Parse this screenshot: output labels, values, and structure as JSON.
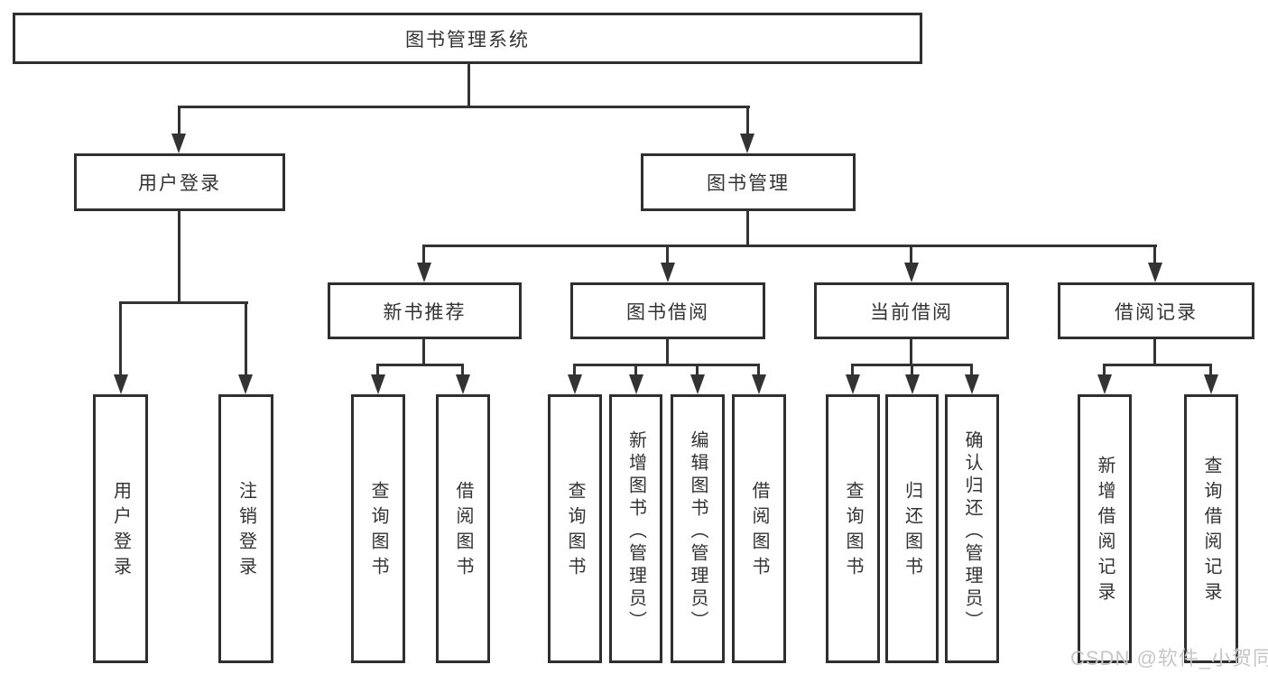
{
  "colors": {
    "line": "#333333",
    "border": "#2f2f2f",
    "text": "#333333",
    "background": "#ffffff",
    "watermark": "#c6c6c6"
  },
  "diagram": {
    "root": {
      "label": "图书管理系统",
      "children": [
        {
          "label": "用户登录",
          "children": [
            {
              "label": "用户登录"
            },
            {
              "label": "注销登录"
            }
          ]
        },
        {
          "label": "图书管理",
          "children": [
            {
              "label": "新书推荐",
              "children": [
                {
                  "label": "查询图书"
                },
                {
                  "label": "借阅图书"
                }
              ]
            },
            {
              "label": "图书借阅",
              "children": [
                {
                  "label": "查询图书"
                },
                {
                  "label": "新增图书（管理员）"
                },
                {
                  "label": "编辑图书（管理员）"
                },
                {
                  "label": "借阅图书"
                }
              ]
            },
            {
              "label": "当前借阅",
              "children": [
                {
                  "label": "查询图书"
                },
                {
                  "label": "归还图书"
                },
                {
                  "label": "确认归还（管理员）"
                }
              ]
            },
            {
              "label": "借阅记录",
              "children": [
                {
                  "label": "新增借阅记录"
                },
                {
                  "label": "查询借阅记录"
                }
              ]
            }
          ]
        }
      ]
    }
  },
  "watermark": {
    "text": "CSDN @软件_小贺同学"
  }
}
